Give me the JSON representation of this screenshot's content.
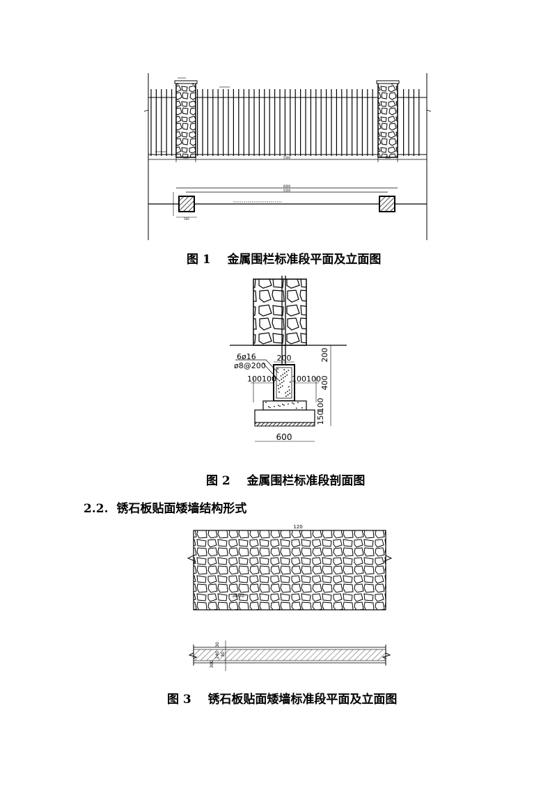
{
  "figure1": {
    "caption_num": "图 1",
    "caption_text": "金属围栏标准段平面及立面图",
    "dimensions": {
      "elev_left_pillar": "500",
      "elev_span": "5500",
      "elev_right_pillar": "500",
      "plan_total": "6000",
      "plan_span": "5500",
      "plan_pillar": "500"
    }
  },
  "figure2": {
    "caption_num": "图 2",
    "caption_text": "金属围栏标准段剖面图",
    "labels": {
      "rebar_main": "6ø16",
      "rebar_stirrup": "ø8@200",
      "beam_width": "200",
      "side_left": "100100",
      "side_right": "100100",
      "depth_top": "200",
      "beam_height": "400",
      "layer1": "100",
      "layer2": "150",
      "footing_width": "600"
    }
  },
  "section_heading": "2.2.  锈石板贴面矮墙结构形式",
  "figure3": {
    "caption_num": "图 3",
    "caption_text": "锈石板贴面矮墙标准段平面及立面图",
    "labels": {
      "elev_top": "120",
      "elev_bottom": "3000",
      "plan_dims": [
        "30",
        "240",
        "300",
        "30"
      ]
    }
  }
}
